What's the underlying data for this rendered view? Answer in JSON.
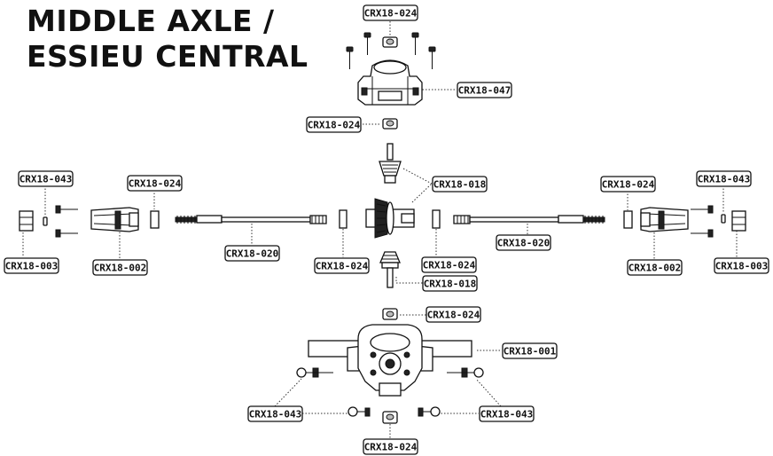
{
  "title": {
    "line1": "MIDDLE AXLE /",
    "line2": "ESSIEU CENTRAL"
  },
  "labels": {
    "crx18_024_top": "CRX18-024",
    "crx18_047": "CRX18-047",
    "crx18_024_upper": "CRX18-024",
    "crx18_043_left": "CRX18-043",
    "crx18_024_left": "CRX18-024",
    "crx18_018_upper": "CRX18-018",
    "crx18_024_right": "CRX18-024",
    "crx18_043_right": "CRX18-043",
    "crx18_003_left": "CRX18-003",
    "crx18_002_left": "CRX18-002",
    "crx18_020_left": "CRX18-020",
    "crx18_024_center_left": "CRX18-024",
    "crx18_024_center_right": "CRX18-024",
    "crx18_020_right": "CRX18-020",
    "crx18_002_right": "CRX18-002",
    "crx18_003_right": "CRX18-003",
    "crx18_018_lower": "CRX18-018",
    "crx18_024_lower": "CRX18-024",
    "crx18_001": "CRX18-001",
    "crx18_043_bottom_left": "CRX18-043",
    "crx18_043_bottom_right": "CRX18-043",
    "crx18_024_bottom": "CRX18-024"
  }
}
